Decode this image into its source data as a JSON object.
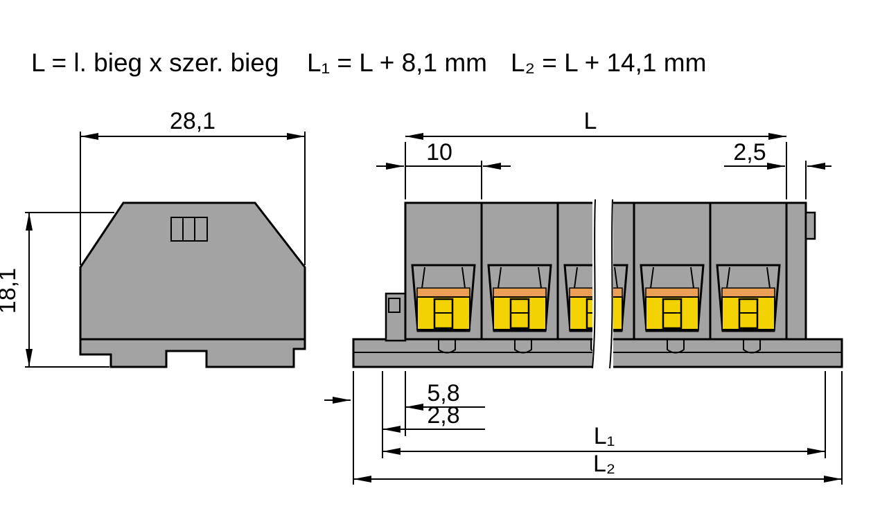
{
  "title": "Terminal block dimensional drawing",
  "formula": {
    "part1": "L = l. bieg x szer. bieg",
    "part2": "L₁ = L + 8,1 mm",
    "part3": "L₂ = L + 14,1 mm"
  },
  "side_view": {
    "width_label": "28,1",
    "height_label": "18,1"
  },
  "front_view": {
    "pitch_label": "10",
    "length_label": "L",
    "end_plate_label": "2,5",
    "offset1_label": "5,8",
    "offset2_label": "2,8",
    "l1_label": "L₁",
    "l2_label": "L₂"
  },
  "colors": {
    "body_gray": "#a3a3a3",
    "clamp_yellow": "#f3d203",
    "wire_orange": "#eb9e56",
    "outline": "#000000",
    "background": "#ffffff"
  }
}
